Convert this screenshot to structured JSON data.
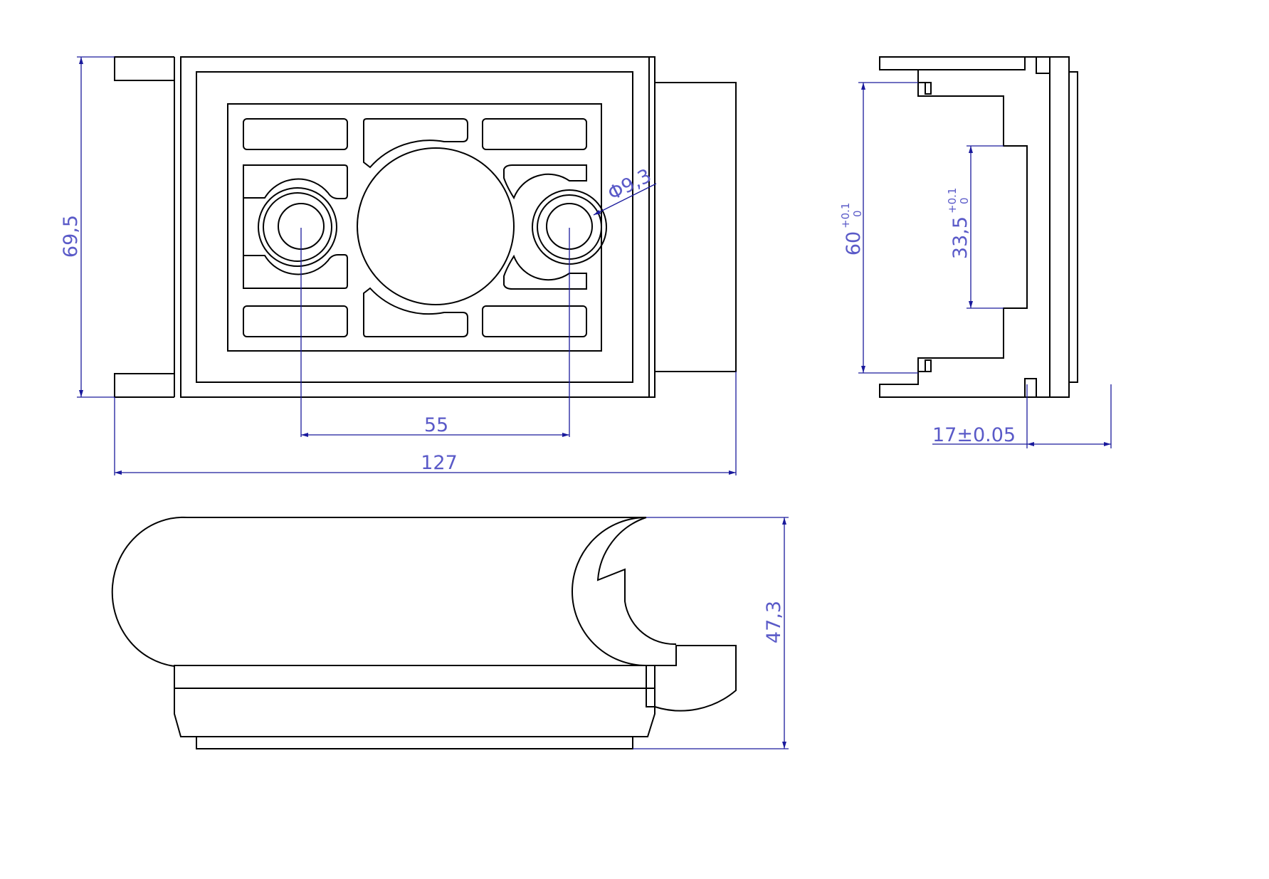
{
  "colors": {
    "outline": "#000000",
    "dimension_line": "#1a1a9c",
    "dimension_text": "#5a5ac8",
    "background": "#ffffff"
  },
  "dimensions": {
    "height_front": "69,5",
    "hole_spacing": "55",
    "total_length": "127",
    "hole_diameter": "Φ9,3",
    "side_height": "60",
    "side_height_tol_upper": "+0.1",
    "side_height_tol_lower": "0",
    "slot_height": "33,5",
    "slot_height_tol_upper": "+0.1",
    "slot_height_tol_lower": "0",
    "thickness": "17±0.05",
    "bottom_height": "47,3"
  }
}
